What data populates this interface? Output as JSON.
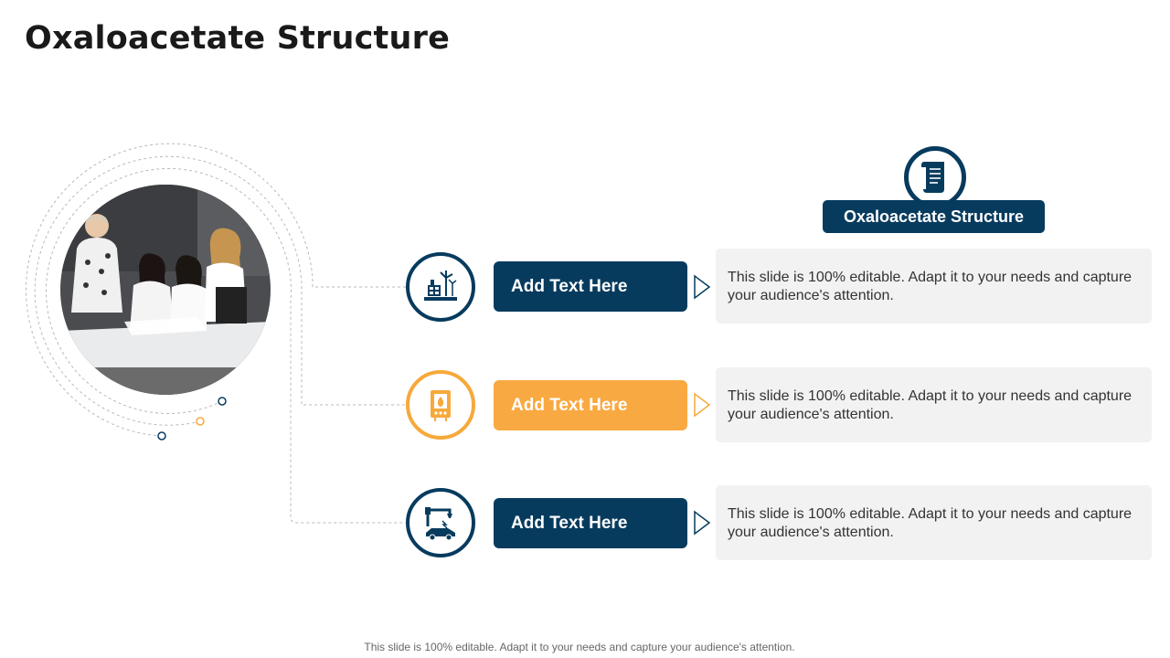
{
  "title": "Oxaloacetate Structure",
  "header": {
    "label": "Oxaloacetate Structure",
    "icon": "document-scroll-icon"
  },
  "rows": [
    {
      "label": "Add Text Here",
      "description": "This slide is 100% editable. Adapt it to your needs and capture your audience's attention.",
      "icon": "renewable-energy-icon",
      "color": "#073b5e"
    },
    {
      "label": "Add Text Here",
      "description": "This slide is 100% editable. Adapt it to your needs and capture your audience's attention.",
      "icon": "gas-boiler-icon",
      "color": "#f9a941"
    },
    {
      "label": "Add Text Here",
      "description": "This slide is 100% editable. Adapt it to your needs and capture your audience's attention.",
      "icon": "robotic-car-assembly-icon",
      "color": "#073b5e"
    }
  ],
  "photo": {
    "subject": "team-meeting-photo"
  },
  "footer": "This slide is 100% editable. Adapt it to your needs and capture your audience's attention.",
  "colors": {
    "navy": "#073b5e",
    "orange": "#f9a941",
    "panel": "#f2f2f2"
  }
}
